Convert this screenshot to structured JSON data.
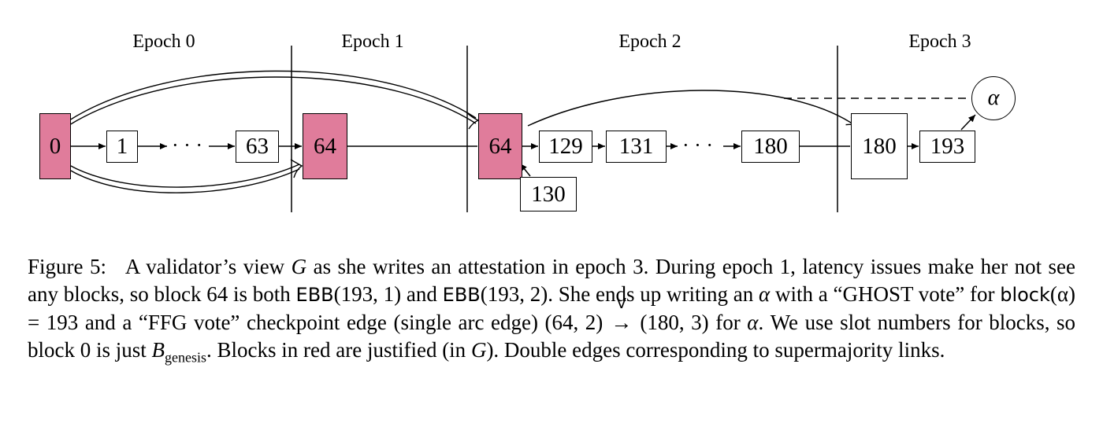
{
  "epochs": [
    "Epoch 0",
    "Epoch 1",
    "Epoch 2",
    "Epoch 3"
  ],
  "blocks": {
    "b0": "0",
    "b1": "1",
    "b63": "63",
    "b64a": "64",
    "b64b": "64",
    "b129": "129",
    "b131": "131",
    "b180a": "180",
    "b180b": "180",
    "b193": "193",
    "b130": "130"
  },
  "ellipsis": "· · ·",
  "alpha": "α",
  "colors": {
    "justified": "#e07c9b"
  },
  "caption": {
    "label": "Figure 5:",
    "s1": "A validator’s view ",
    "G": "G",
    "s2": " as she writes an attestation in epoch 3. During epoch 1, latency issues make her not see any blocks, so block 64 is both ",
    "ebb1": "EBB",
    "ebb1_args": "(193, 1)",
    "and": " and ",
    "ebb2": "EBB",
    "ebb2_args": "(193, 2)",
    "s3": ". She ends up writing an ",
    "alpha": "α",
    "s4": " with a “GHOST vote” for ",
    "block_fn": "block",
    "block_arg": "(α) = 193",
    "s5": " and a “FFG vote” checkpoint edge (single arc edge) ",
    "edge_from": "(64, 2) ",
    "edge_top": "V",
    "edge_arrow": "→",
    "edge_to": " (180, 3)",
    "s6": " for ",
    "s7": ". We use slot numbers for blocks, so block 0 is just ",
    "B": "B",
    "genesis": "genesis",
    "s8": ". Blocks in red are justified (in ",
    "G2": "G",
    "s9": "). Double edges corresponding to supermajority links."
  }
}
